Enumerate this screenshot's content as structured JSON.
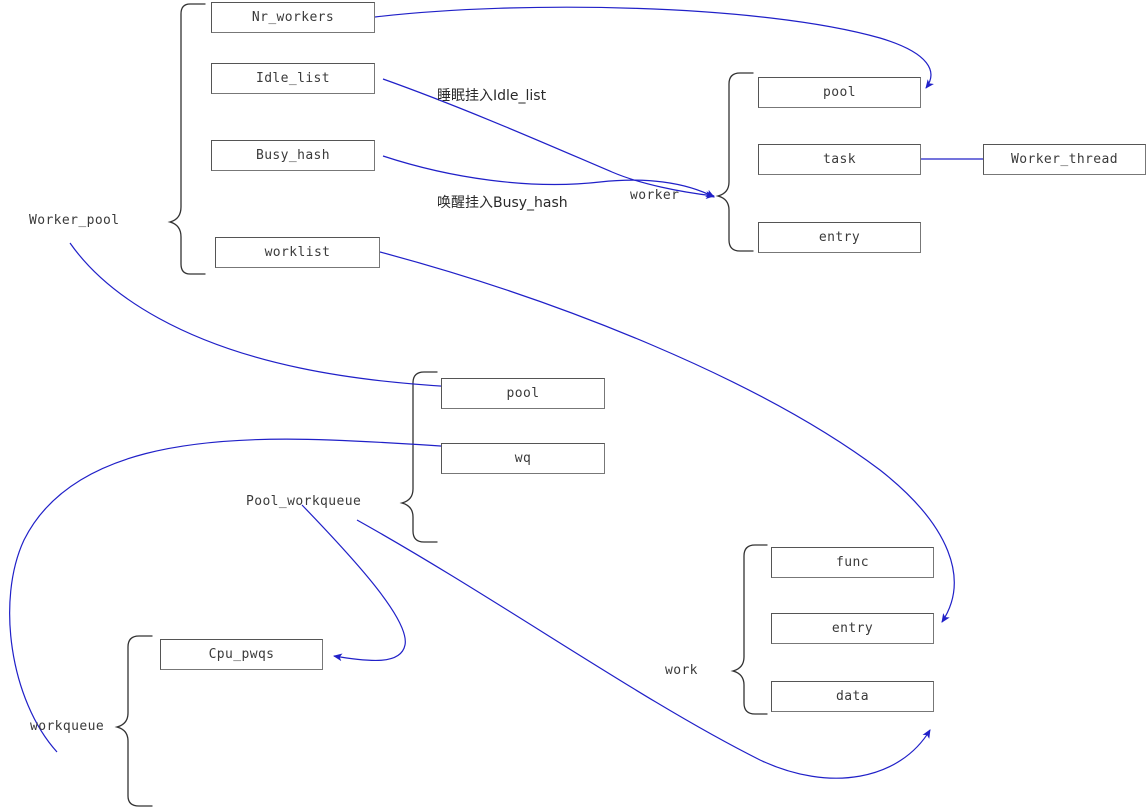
{
  "diagram": {
    "title": "Linux workqueue data structure relationship diagram",
    "colors": {
      "arrow": "#2020c8",
      "box_border": "#555555",
      "brace": "#333333",
      "text": "#3a3a3a",
      "background": "#ffffff"
    },
    "groups": [
      {
        "id": "worker_pool",
        "label": "Worker_pool",
        "fields": [
          "Nr_workers",
          "Idle_list",
          "Busy_hash",
          "worklist"
        ]
      },
      {
        "id": "worker",
        "label": "worker",
        "fields": [
          "pool",
          "task",
          "entry"
        ]
      },
      {
        "id": "pool_workqueue",
        "label": "Pool_workqueue",
        "fields": [
          "pool",
          "wq"
        ]
      },
      {
        "id": "work",
        "label": "work",
        "fields": [
          "func",
          "entry",
          "data"
        ]
      },
      {
        "id": "workqueue",
        "label": "workqueue",
        "fields": [
          "Cpu_pwqs"
        ]
      }
    ],
    "nodes": {
      "nr_workers": "Nr_workers",
      "idle_list": "Idle_list",
      "busy_hash": "Busy_hash",
      "worklist": "worklist",
      "worker_pool_label": "Worker_pool",
      "worker_pool_field": "pool",
      "worker_task": "task",
      "worker_entry": "entry",
      "worker_label": "worker",
      "worker_thread": "Worker_thread",
      "pwq_pool": "pool",
      "pwq_wq": "wq",
      "pool_workqueue_label": "Pool_workqueue",
      "work_func": "func",
      "work_entry": "entry",
      "work_data": "data",
      "work_label": "work",
      "cpu_pwqs": "Cpu_pwqs",
      "workqueue_label": "workqueue"
    },
    "edge_labels": {
      "sleep_to_idle": "睡眠挂入Idle_list",
      "wake_to_busy": "唤醒挂入Busy_hash"
    }
  }
}
